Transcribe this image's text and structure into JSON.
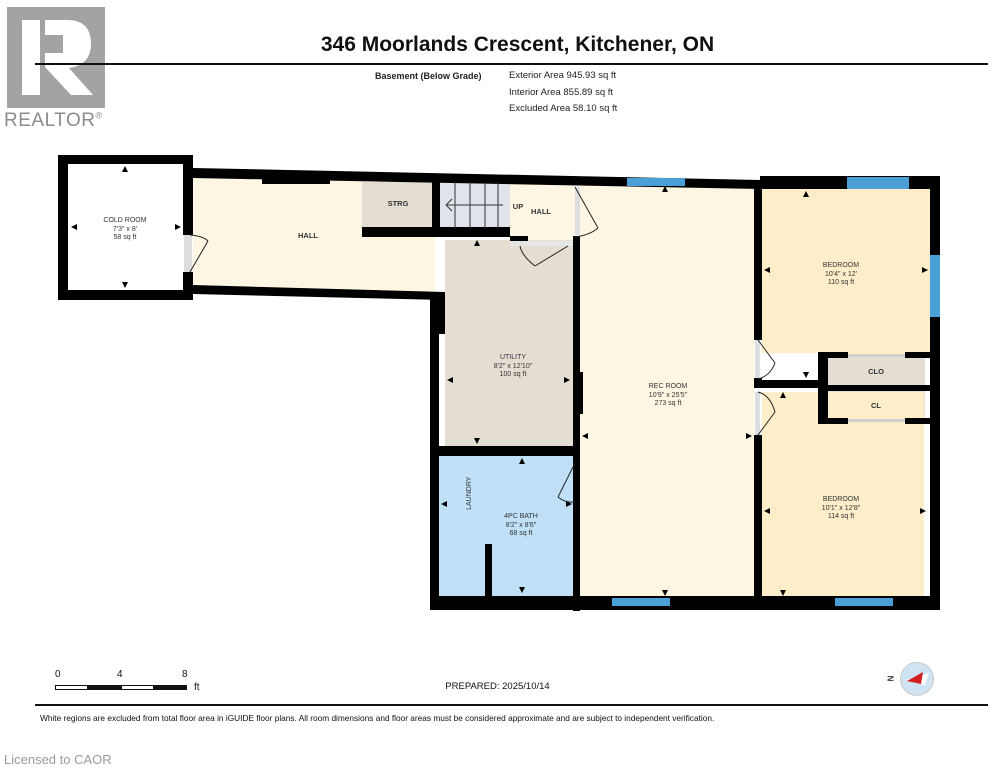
{
  "branding": {
    "logo_letter": "R",
    "logo_text": "REALTOR",
    "logo_mark": "®",
    "licensed": "Licensed to CAOR"
  },
  "header": {
    "title": "346 Moorlands Crescent, Kitchener, ON",
    "level_label": "Basement (Below Grade)",
    "areas": [
      "Exterior Area 945.93 sq ft",
      "Interior Area 855.89 sq ft",
      "Excluded Area 58.10 sq ft"
    ]
  },
  "rooms": {
    "cold_room": {
      "name": "COLD ROOM",
      "dims": "7'3\" x 8'",
      "area": "58 sq ft"
    },
    "hall_west": {
      "name": "HALL"
    },
    "storage": {
      "name": "STRG"
    },
    "stairs": {
      "label": "UP"
    },
    "hall_east": {
      "name": "HALL"
    },
    "utility": {
      "name": "UTILITY",
      "dims": "8'2\" x 12'10\"",
      "area": "100 sq ft"
    },
    "bath": {
      "name": "4PC BATH",
      "dims": "8'2\" x 8'6\"",
      "area": "68 sq ft",
      "sub_label": "LAUNDRY"
    },
    "rec_room": {
      "name": "REC ROOM",
      "dims": "10'9\" x 25'5\"",
      "area": "273 sq ft"
    },
    "bedroom_1": {
      "name": "BEDROOM",
      "dims": "10'4\" x 12'",
      "area": "110 sq ft"
    },
    "closet_1": {
      "name": "CLO"
    },
    "closet_2": {
      "name": "CL"
    },
    "bedroom_2": {
      "name": "BEDROOM",
      "dims": "10'1\" x 12'8\"",
      "area": "114 sq ft"
    }
  },
  "scale": {
    "ticks": [
      "0",
      "4",
      "8"
    ],
    "unit": "ft"
  },
  "footer": {
    "prepared": "PREPARED: 2025/10/14",
    "disclaimer": "White regions are excluded from total floor area in iGUIDE floor plans. All room dimensions and floor areas must be considered approximate and are subject to independent verification.",
    "compass_label": "N"
  },
  "colors": {
    "wall": "#000000",
    "hall_fill": "#fdf6e3",
    "utility_fill": "#e3ddd2",
    "bath_fill": "#bfe0f7",
    "bedroom_fill": "#fdeec9",
    "stairs_fill": "#dfe3ea",
    "window": "#4a9fd6",
    "compass_arrow": "#d01f1f"
  }
}
